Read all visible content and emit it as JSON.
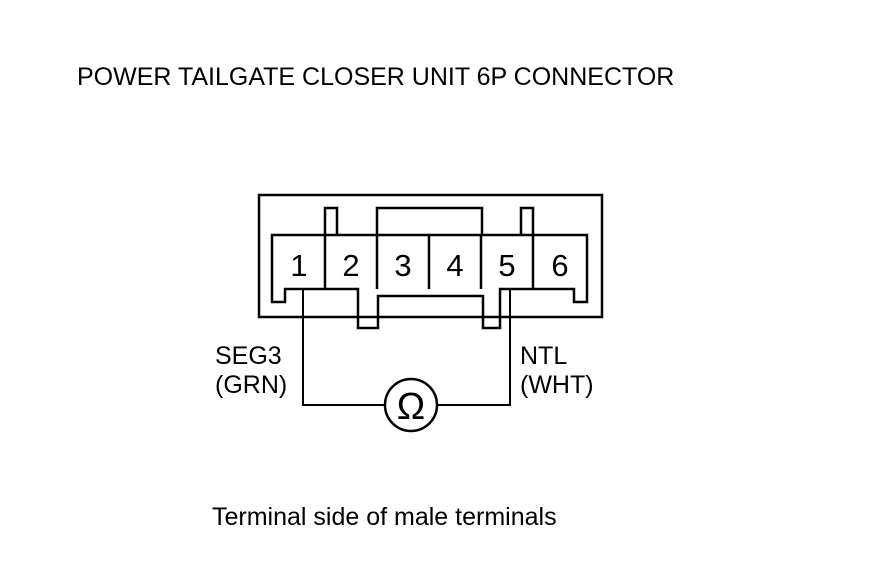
{
  "title": "POWER TAILGATE CLOSER UNIT 6P CONNECTOR",
  "connector": {
    "terminals": [
      "1",
      "2",
      "3",
      "4",
      "5",
      "6"
    ]
  },
  "wires": {
    "left": {
      "signal": "SEG3",
      "color_code": "(GRN)"
    },
    "right": {
      "signal": "NTL",
      "color_code": "(WHT)"
    }
  },
  "meter": {
    "symbol": "Ω"
  },
  "caption": "Terminal side of male terminals"
}
